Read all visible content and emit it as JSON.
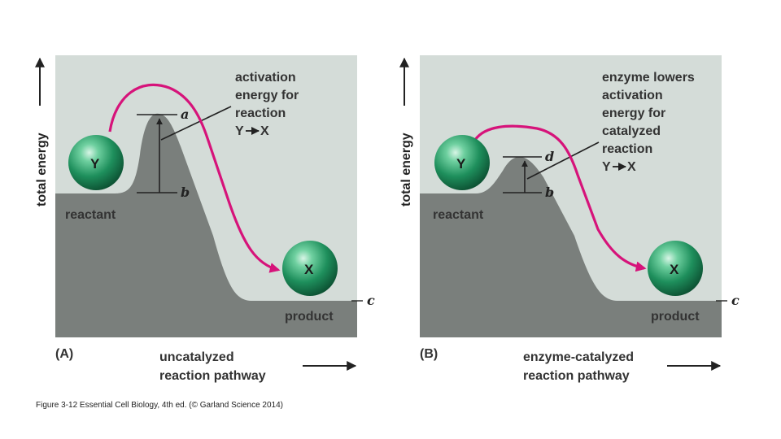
{
  "colors": {
    "background_panel": "#d4dcd8",
    "energy_curve_fill": "#7a7f7c",
    "reaction_path": "#d6137a",
    "molecule_green": "#1e8f5c",
    "text": "#333333"
  },
  "panel_a": {
    "tag": "(A)",
    "y_axis_label": "total energy",
    "x_axis_line1": "uncatalyzed",
    "x_axis_line2": "reaction pathway",
    "annotation_lines": [
      "activation",
      "energy for",
      "reaction"
    ],
    "annotation_reaction_from": "Y",
    "annotation_reaction_to": "X",
    "level_top": "a",
    "level_reactant": "b",
    "level_product": "c",
    "reactant_label": "reactant",
    "product_label": "product",
    "molecule_reactant": "Y",
    "molecule_product": "X"
  },
  "panel_b": {
    "tag": "(B)",
    "y_axis_label": "total energy",
    "x_axis_line1": "enzyme-catalyzed",
    "x_axis_line2": "reaction pathway",
    "annotation_lines": [
      "enzyme lowers",
      "activation",
      "energy for",
      "catalyzed",
      "reaction"
    ],
    "annotation_reaction_from": "Y",
    "annotation_reaction_to": "X",
    "level_top": "d",
    "level_reactant": "b",
    "level_product": "c",
    "reactant_label": "reactant",
    "product_label": "product",
    "molecule_reactant": "Y",
    "molecule_product": "X"
  },
  "caption": "Figure 3-12  Essential Cell Biology, 4th ed. (© Garland Science 2014)"
}
